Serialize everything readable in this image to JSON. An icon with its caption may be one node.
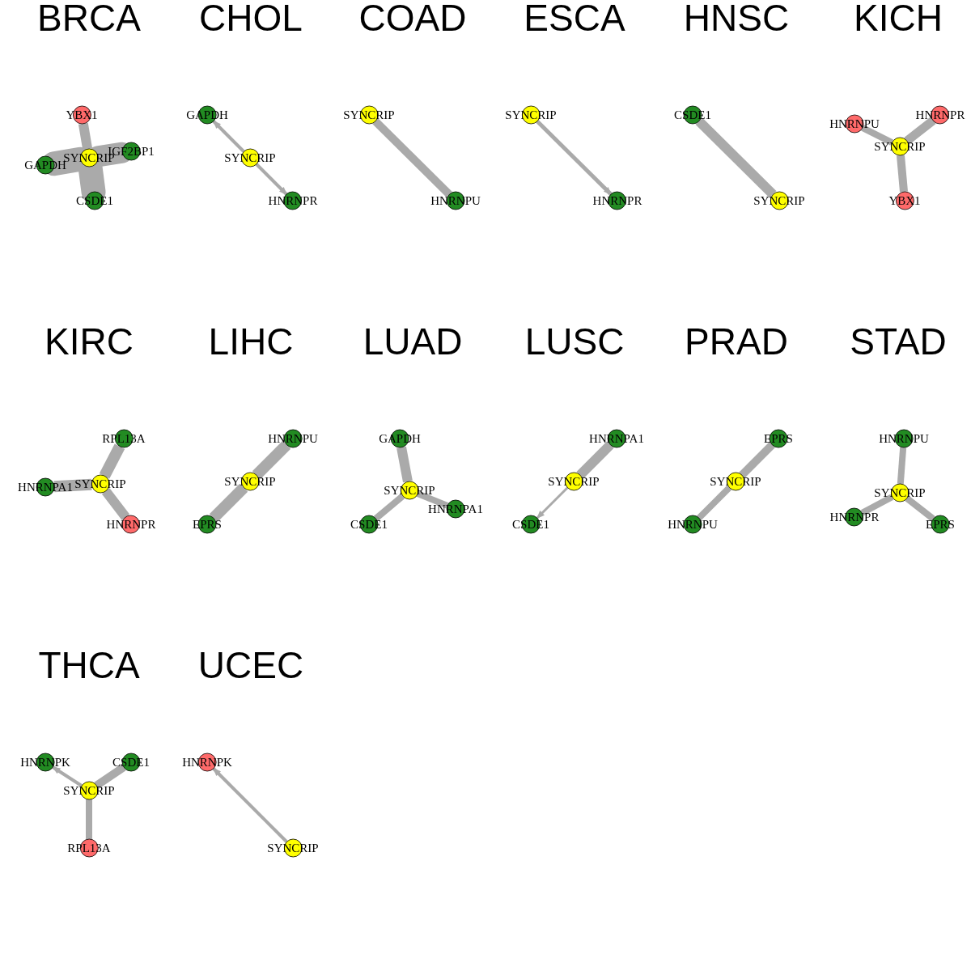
{
  "diagram": {
    "nodes": [
      {
        "text": [
          "YBX1"
        ]
      },
      {
        "text": [
          "SYNCRIP"
        ]
      },
      {
        "text": [
          "IGF2BP1"
        ]
      },
      {
        "text": [
          "GAPDH"
        ]
      },
      {
        "text": [
          "CSDE1"
        ]
      },
      {
        "text": [
          "GAPDH"
        ]
      },
      {
        "text": [
          "SYNCRIP"
        ]
      },
      {
        "text": [
          "HNRNPR"
        ]
      },
      {
        "text": [
          "SYNCRIP"
        ]
      },
      {
        "text": [
          "HNRNPU"
        ]
      },
      {
        "text": [
          "SYNCRIP"
        ]
      },
      {
        "text": [
          "HNRNPR"
        ]
      },
      {
        "text": [
          "CSDE1"
        ]
      },
      {
        "text": [
          "SYNCRIP"
        ]
      },
      {
        "text": [
          "HNRNPR"
        ]
      },
      {
        "text": [
          "HNRNPU"
        ]
      },
      {
        "text": [
          "SYNCRIP"
        ]
      },
      {
        "text": [
          "YBX1"
        ]
      },
      {
        "text": [
          "RPL13A"
        ]
      },
      {
        "text": [
          "HNRNPA1"
        ]
      },
      {
        "text": [
          "SYNCRIP"
        ]
      },
      {
        "text": [
          "HNRNPR"
        ]
      },
      {
        "text": [
          "HNRNPU"
        ]
      },
      {
        "text": [
          "SYNCRIP"
        ]
      },
      {
        "text": [
          "EPRS"
        ]
      },
      {
        "text": [
          "GAPDH"
        ]
      },
      {
        "text": [
          "SYNCRIP"
        ]
      },
      {
        "text": [
          "HNRNPA1"
        ]
      },
      {
        "text": [
          "CSDE1"
        ]
      },
      {
        "text": [
          "HNRNPA1"
        ]
      },
      {
        "text": [
          "SYNCRIP"
        ]
      },
      {
        "text": [
          "CSDE1"
        ]
      },
      {
        "text": [
          "EPRS"
        ]
      },
      {
        "text": [
          "SYNCRIP"
        ]
      },
      {
        "text": [
          "HNRNPU"
        ]
      },
      {
        "text": [
          "HNRNPU"
        ]
      },
      {
        "text": [
          "SYNCRIP"
        ]
      },
      {
        "text": [
          "HNRNPR"
        ]
      },
      {
        "text": [
          "EPRS"
        ]
      },
      {
        "text": [
          "HNRNPK"
        ]
      },
      {
        "text": [
          "CSDE1"
        ]
      },
      {
        "text": [
          "SYNCRIP"
        ]
      },
      {
        "text": [
          "RPL13A"
        ]
      },
      {
        "text": [
          "HNRNPK"
        ]
      },
      {
        "text": [
          "SYNCRIP"
        ]
      }
    ],
    "edges": [
      {
        "from": 1,
        "to": 0,
        "arrow": "none"
      },
      {
        "from": 1,
        "to": 2,
        "arrow": "none",
        "style": "thick"
      },
      {
        "from": 1,
        "to": 3,
        "arrow": "none",
        "style": "thick"
      },
      {
        "from": 1,
        "to": 4,
        "arrow": "none",
        "style": "thick"
      },
      {
        "from": 6,
        "to": 5,
        "arrow": "to"
      },
      {
        "from": 6,
        "to": 7,
        "arrow": "to"
      },
      {
        "from": 8,
        "to": 9,
        "arrow": "none"
      },
      {
        "from": 10,
        "to": 11,
        "arrow": "to"
      },
      {
        "from": 12,
        "to": 13,
        "arrow": "none"
      },
      {
        "from": 16,
        "to": 15,
        "arrow": "none"
      },
      {
        "from": 16,
        "to": 14,
        "arrow": "none"
      },
      {
        "from": 16,
        "to": 17,
        "arrow": "none"
      },
      {
        "from": 20,
        "to": 18,
        "arrow": "none"
      },
      {
        "from": 20,
        "to": 19,
        "arrow": "none"
      },
      {
        "from": 20,
        "to": 21,
        "arrow": "none"
      },
      {
        "from": 23,
        "to": 22,
        "arrow": "none"
      },
      {
        "from": 23,
        "to": 24,
        "arrow": "none"
      },
      {
        "from": 26,
        "to": 25,
        "arrow": "none"
      },
      {
        "from": 26,
        "to": 27,
        "arrow": "none"
      },
      {
        "from": 26,
        "to": 28,
        "arrow": "none"
      },
      {
        "from": 30,
        "to": 29,
        "arrow": "none"
      },
      {
        "from": 30,
        "to": 31,
        "arrow": "to"
      },
      {
        "from": 33,
        "to": 32,
        "arrow": "none"
      },
      {
        "from": 33,
        "to": 34,
        "arrow": "to"
      },
      {
        "from": 36,
        "to": 35,
        "arrow": "none"
      },
      {
        "from": 36,
        "to": 37,
        "arrow": "none"
      },
      {
        "from": 36,
        "to": 38,
        "arrow": "none"
      },
      {
        "from": 41,
        "to": 39,
        "arrow": "to"
      },
      {
        "from": 41,
        "to": 40,
        "arrow": "none"
      },
      {
        "from": 41,
        "to": 42,
        "arrow": "to"
      },
      {
        "from": 44,
        "to": 43,
        "arrow": "to"
      }
    ],
    "labels": [
      "BRCA",
      "CHOL",
      "COAD",
      "ESCA",
      "HNSC",
      "KICH",
      "KIRC",
      "LIHC",
      "LUAD",
      "LUSC",
      "PRAD",
      "STAD",
      "THCA",
      "UCEC"
    ]
  }
}
